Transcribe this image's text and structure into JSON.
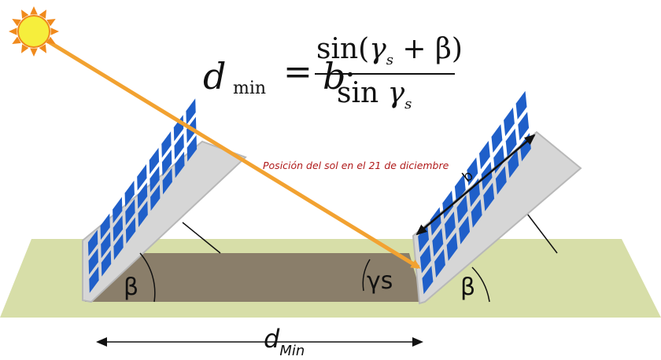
{
  "formula": {
    "lhs": "d",
    "lhs_sub": "min",
    "equals": "=",
    "b": "b",
    "dot": "·",
    "numerator_pre": "sin(",
    "gamma": "γ",
    "gamma_sub": "s",
    "numerator_post": " + β)",
    "denominator_pre": "sin ",
    "denominator_gamma": "γ",
    "denominator_sub": "s"
  },
  "labels": {
    "sun_position": "Posición del sol en el 21 de diciembre",
    "beta_left": "β",
    "beta_right": "β",
    "gamma_s": "γs",
    "panel_length": "b",
    "distance": "d",
    "distance_sub": "Min"
  },
  "colors": {
    "ground": "#d7dea8",
    "shadow": "#8a7e6a",
    "sun_ray": "#f2a231",
    "sun_core": "#f6ee3c",
    "sun_rays": "#f08a1c",
    "panel_frame": "#c9c9c9",
    "cell_blue": "#1f5fc9"
  },
  "icons": {
    "sun": "sun-icon"
  }
}
